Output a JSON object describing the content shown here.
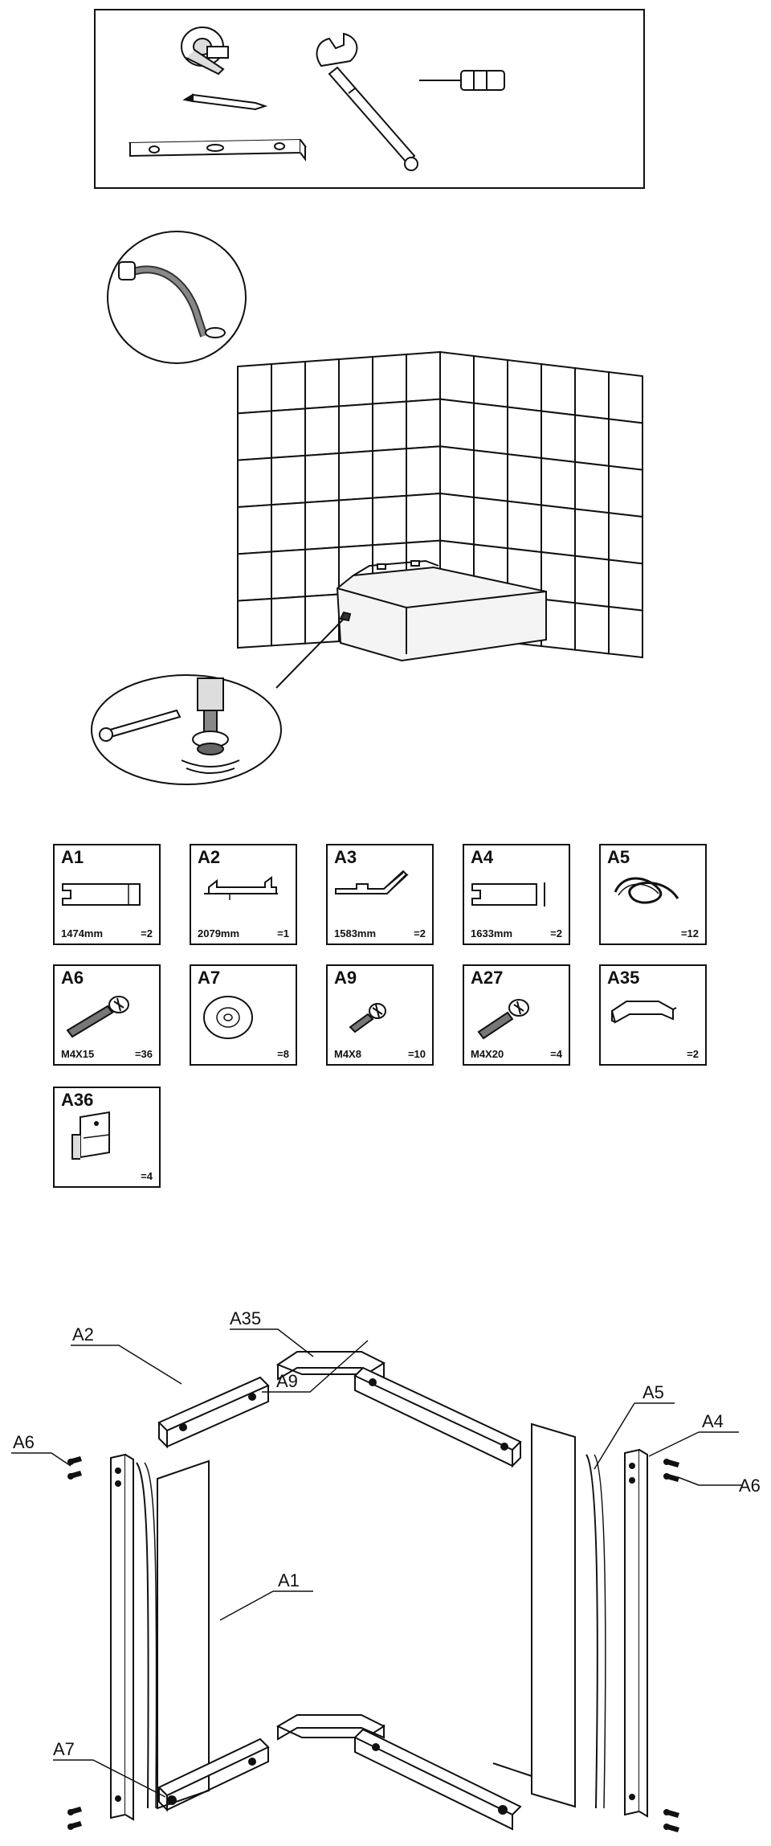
{
  "parts": [
    {
      "code": "A1",
      "spec": "1474mm",
      "qty": "=2",
      "icon": "profile-a1-icon"
    },
    {
      "code": "A2",
      "spec": "2079mm",
      "qty": "=1",
      "icon": "profile-a2-icon"
    },
    {
      "code": "A3",
      "spec": "1583mm",
      "qty": "=2",
      "icon": "profile-a3-icon"
    },
    {
      "code": "A4",
      "spec": "1633mm",
      "qty": "=2",
      "icon": "profile-a4-icon"
    },
    {
      "code": "A5",
      "spec": "",
      "qty": "=12",
      "icon": "seal-strip-icon"
    },
    {
      "code": "A6",
      "spec": "M4X15",
      "qty": "=36",
      "icon": "long-screw-icon"
    },
    {
      "code": "A7",
      "spec": "",
      "qty": "=8",
      "icon": "washer-cap-icon"
    },
    {
      "code": "A9",
      "spec": "M4X8",
      "qty": "=10",
      "icon": "short-screw-icon"
    },
    {
      "code": "A27",
      "spec": "M4X20",
      "qty": "=4",
      "icon": "medium-screw-icon"
    },
    {
      "code": "A35",
      "spec": "",
      "qty": "=2",
      "icon": "corner-connector-icon"
    },
    {
      "code": "A36",
      "spec": "",
      "qty": "=4",
      "icon": "bracket-icon"
    }
  ],
  "assembly": {
    "labels": {
      "a35": "A35",
      "a2": "A2",
      "a9": "A9",
      "a6_left": "A6",
      "a5": "A5",
      "a4": "A4",
      "a6_right": "A6",
      "a1": "A1",
      "a7": "A7"
    }
  }
}
